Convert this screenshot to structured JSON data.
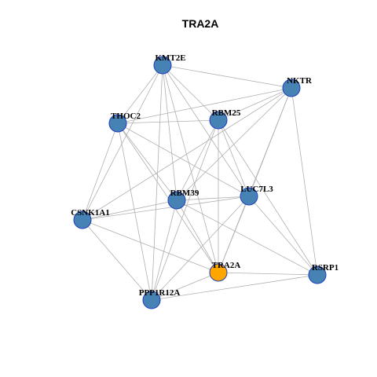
{
  "title": "TRA2A",
  "colors": {
    "node_default": "#4682B4",
    "node_highlight": "#FFA500",
    "node_border": "#1f3fbf",
    "edge": "#b0b0b0"
  },
  "nodes": [
    {
      "id": "KMT2E",
      "label": "KMT2E",
      "highlight": false
    },
    {
      "id": "NKTR",
      "label": "NKTR",
      "highlight": false
    },
    {
      "id": "THOC2",
      "label": "THOC2",
      "highlight": false
    },
    {
      "id": "RBM25",
      "label": "RBM25",
      "highlight": false
    },
    {
      "id": "RBM39",
      "label": "RBM39",
      "highlight": false
    },
    {
      "id": "LUC7L3",
      "label": "LUC7L3",
      "highlight": false
    },
    {
      "id": "CSNK1A1",
      "label": "CSNK1A1",
      "highlight": false
    },
    {
      "id": "TRA2A",
      "label": "TRA2A",
      "highlight": true
    },
    {
      "id": "RSRP1",
      "label": "RSRP1",
      "highlight": false
    },
    {
      "id": "PPP1R12A",
      "label": "PPP1R12A",
      "highlight": false
    }
  ],
  "edges": [
    [
      "KMT2E",
      "NKTR"
    ],
    [
      "KMT2E",
      "THOC2"
    ],
    [
      "KMT2E",
      "RBM25"
    ],
    [
      "KMT2E",
      "RBM39"
    ],
    [
      "KMT2E",
      "LUC7L3"
    ],
    [
      "KMT2E",
      "TRA2A"
    ],
    [
      "KMT2E",
      "PPP1R12A"
    ],
    [
      "KMT2E",
      "CSNK1A1"
    ],
    [
      "NKTR",
      "THOC2"
    ],
    [
      "NKTR",
      "RBM25"
    ],
    [
      "NKTR",
      "RBM39"
    ],
    [
      "NKTR",
      "LUC7L3"
    ],
    [
      "NKTR",
      "TRA2A"
    ],
    [
      "NKTR",
      "RSRP1"
    ],
    [
      "NKTR",
      "CSNK1A1"
    ],
    [
      "THOC2",
      "RBM25"
    ],
    [
      "THOC2",
      "RBM39"
    ],
    [
      "THOC2",
      "LUC7L3"
    ],
    [
      "THOC2",
      "CSNK1A1"
    ],
    [
      "THOC2",
      "PPP1R12A"
    ],
    [
      "THOC2",
      "TRA2A"
    ],
    [
      "RBM25",
      "RBM39"
    ],
    [
      "RBM25",
      "LUC7L3"
    ],
    [
      "RBM25",
      "TRA2A"
    ],
    [
      "RBM25",
      "RSRP1"
    ],
    [
      "RBM25",
      "PPP1R12A"
    ],
    [
      "RBM39",
      "LUC7L3"
    ],
    [
      "RBM39",
      "CSNK1A1"
    ],
    [
      "RBM39",
      "TRA2A"
    ],
    [
      "RBM39",
      "PPP1R12A"
    ],
    [
      "RBM39",
      "RSRP1"
    ],
    [
      "LUC7L3",
      "CSNK1A1"
    ],
    [
      "LUC7L3",
      "TRA2A"
    ],
    [
      "LUC7L3",
      "RSRP1"
    ],
    [
      "LUC7L3",
      "PPP1R12A"
    ],
    [
      "CSNK1A1",
      "TRA2A"
    ],
    [
      "CSNK1A1",
      "PPP1R12A"
    ],
    [
      "TRA2A",
      "RSRP1"
    ],
    [
      "TRA2A",
      "PPP1R12A"
    ],
    [
      "RSRP1",
      "PPP1R12A"
    ]
  ]
}
